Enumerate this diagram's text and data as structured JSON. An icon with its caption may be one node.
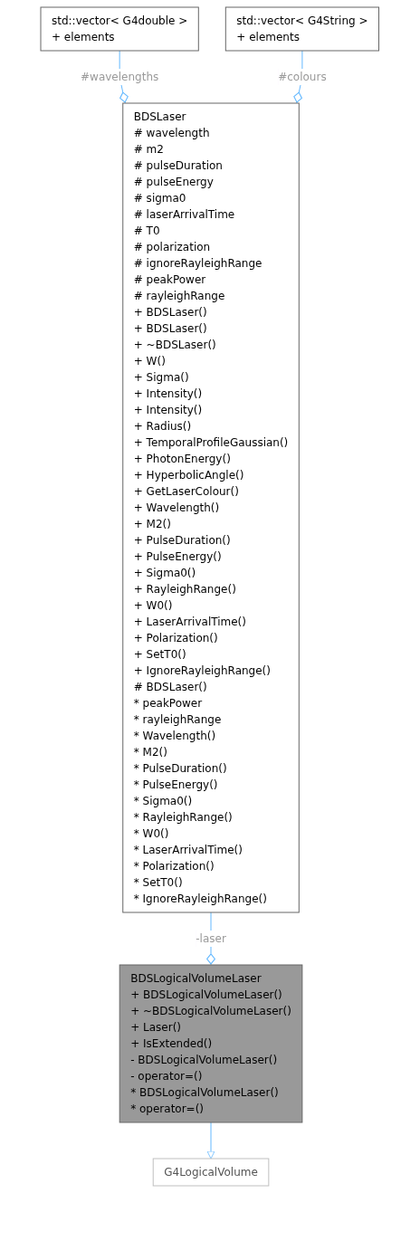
{
  "diagram": {
    "nodes": [
      {
        "text": [
          "std::vector< G4double >",
          "+ elements"
        ]
      },
      {
        "text": [
          "std::vector< G4String >",
          "+ elements"
        ]
      },
      {
        "text": [
          "BDSLaser",
          "# wavelength",
          "# m2",
          "# pulseDuration",
          "# pulseEnergy",
          "# sigma0",
          "# laserArrivalTime",
          "# T0",
          "# polarization",
          "# ignoreRayleighRange",
          "# peakPower",
          "# rayleighRange",
          "+ BDSLaser()",
          "+ BDSLaser()",
          "+ ~BDSLaser()",
          "+ W()",
          "+ Sigma()",
          "+ Intensity()",
          "+ Intensity()",
          "+ Radius()",
          "+ TemporalProfileGaussian()",
          "+ PhotonEnergy()",
          "+ HyperbolicAngle()",
          "+ GetLaserColour()",
          "+ Wavelength()",
          "+ M2()",
          "+ PulseDuration()",
          "+ PulseEnergy()",
          "+ Sigma0()",
          "+ RayleighRange()",
          "+ W0()",
          "+ LaserArrivalTime()",
          "+ Polarization()",
          "+ SetT0()",
          "+ IgnoreRayleighRange()",
          "# BDSLaser()",
          "* peakPower",
          "* rayleighRange",
          "* Wavelength()",
          "* M2()",
          "* PulseDuration()",
          "* PulseEnergy()",
          "* Sigma0()",
          "* RayleighRange()",
          "* W0()",
          "* LaserArrivalTime()",
          "* Polarization()",
          "* SetT0()",
          "* IgnoreRayleighRange()"
        ]
      },
      {
        "text": [
          "G4LogicalVolume"
        ]
      },
      {
        "text": [
          "BDSLogicalVolumeLaser",
          "+ BDSLogicalVolumeLaser()",
          "+ ~BDSLogicalVolumeLaser()",
          "+ Laser()",
          "+ IsExtended()",
          "- BDSLogicalVolumeLaser()",
          "- operator=()",
          "* BDSLogicalVolumeLaser()",
          "* operator=()"
        ]
      }
    ],
    "edges": [
      {
        "from": 0,
        "to": 2,
        "arrow": "other",
        "label": "#wavelengths"
      },
      {
        "from": 1,
        "to": 2,
        "arrow": "other",
        "label": "#colours"
      },
      {
        "from": 4,
        "to": 3,
        "arrow": "to"
      },
      {
        "from": 2,
        "to": 4,
        "arrow": "other",
        "label": "-laser"
      }
    ]
  }
}
